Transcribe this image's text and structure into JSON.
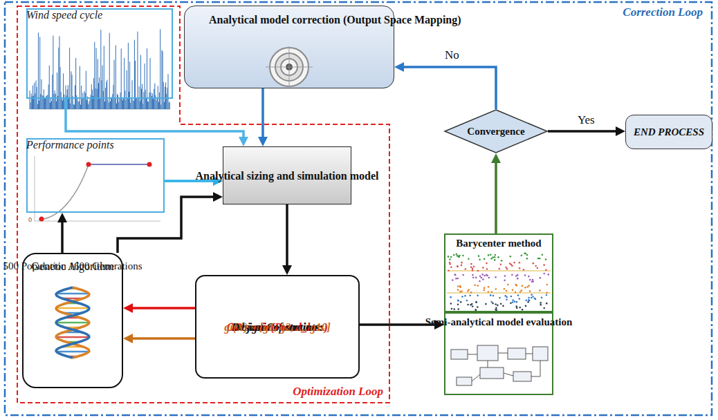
{
  "diagram": {
    "nodes": [
      {
        "text": [
          "Correction Loop"
        ]
      },
      {
        "text": [
          "Optimization Loop"
        ],
        "in": 0
      },
      {
        "text": [
          "Wind speed cycle"
        ],
        "in": 1
      },
      {
        "text": [
          "Analytical model correction (Output Space Mapping)"
        ],
        "in": 0
      },
      {
        "text": [
          "Performance points"
        ],
        "in": 1
      },
      {
        "text": [
          "Analytical sizing and simulation model"
        ],
        "in": 1
      },
      {
        "text": [
          "Genetic Algorithm",
          "500 Population 1600 Generations"
        ],
        "in": 1
      },
      {
        "text": [
          "Objective function:",
          "OP = min(Ptotal_loss)",
          "Design Constraints:",
          "gi(X) = [g1, g2, ..., g10]"
        ],
        "in": 1
      },
      {
        "text": [
          "Convergence"
        ],
        "in": 0
      },
      {
        "text": [
          "END PROCESS"
        ]
      },
      {
        "text": [
          "Barycenter method"
        ],
        "in": 0
      },
      {
        "text": [
          "Semi-analytical model evaluation"
        ],
        "in": 0
      }
    ],
    "edges": [
      {
        "from": 2,
        "to": 5,
        "arrow": "to"
      },
      {
        "from": 3,
        "to": 5,
        "arrow": "to"
      },
      {
        "from": 8,
        "to": 3,
        "label": "No",
        "arrow": "to"
      },
      {
        "from": 8,
        "to": 9,
        "label": "Yes",
        "arrow": "to"
      },
      {
        "from": 10,
        "to": 8,
        "arrow": "to"
      },
      {
        "from": 4,
        "to": 5,
        "arrow": "to"
      },
      {
        "from": 6,
        "to": 4,
        "arrow": "to"
      },
      {
        "from": 6,
        "to": 5,
        "arrow": "to"
      },
      {
        "from": 5,
        "to": 7,
        "arrow": "to"
      },
      {
        "from": 7,
        "to": 6,
        "arrow": "to"
      },
      {
        "from": 7,
        "to": 6,
        "arrow": "to"
      },
      {
        "from": 7,
        "to": 11,
        "arrow": "to"
      }
    ],
    "labels": [
      "0"
    ]
  }
}
